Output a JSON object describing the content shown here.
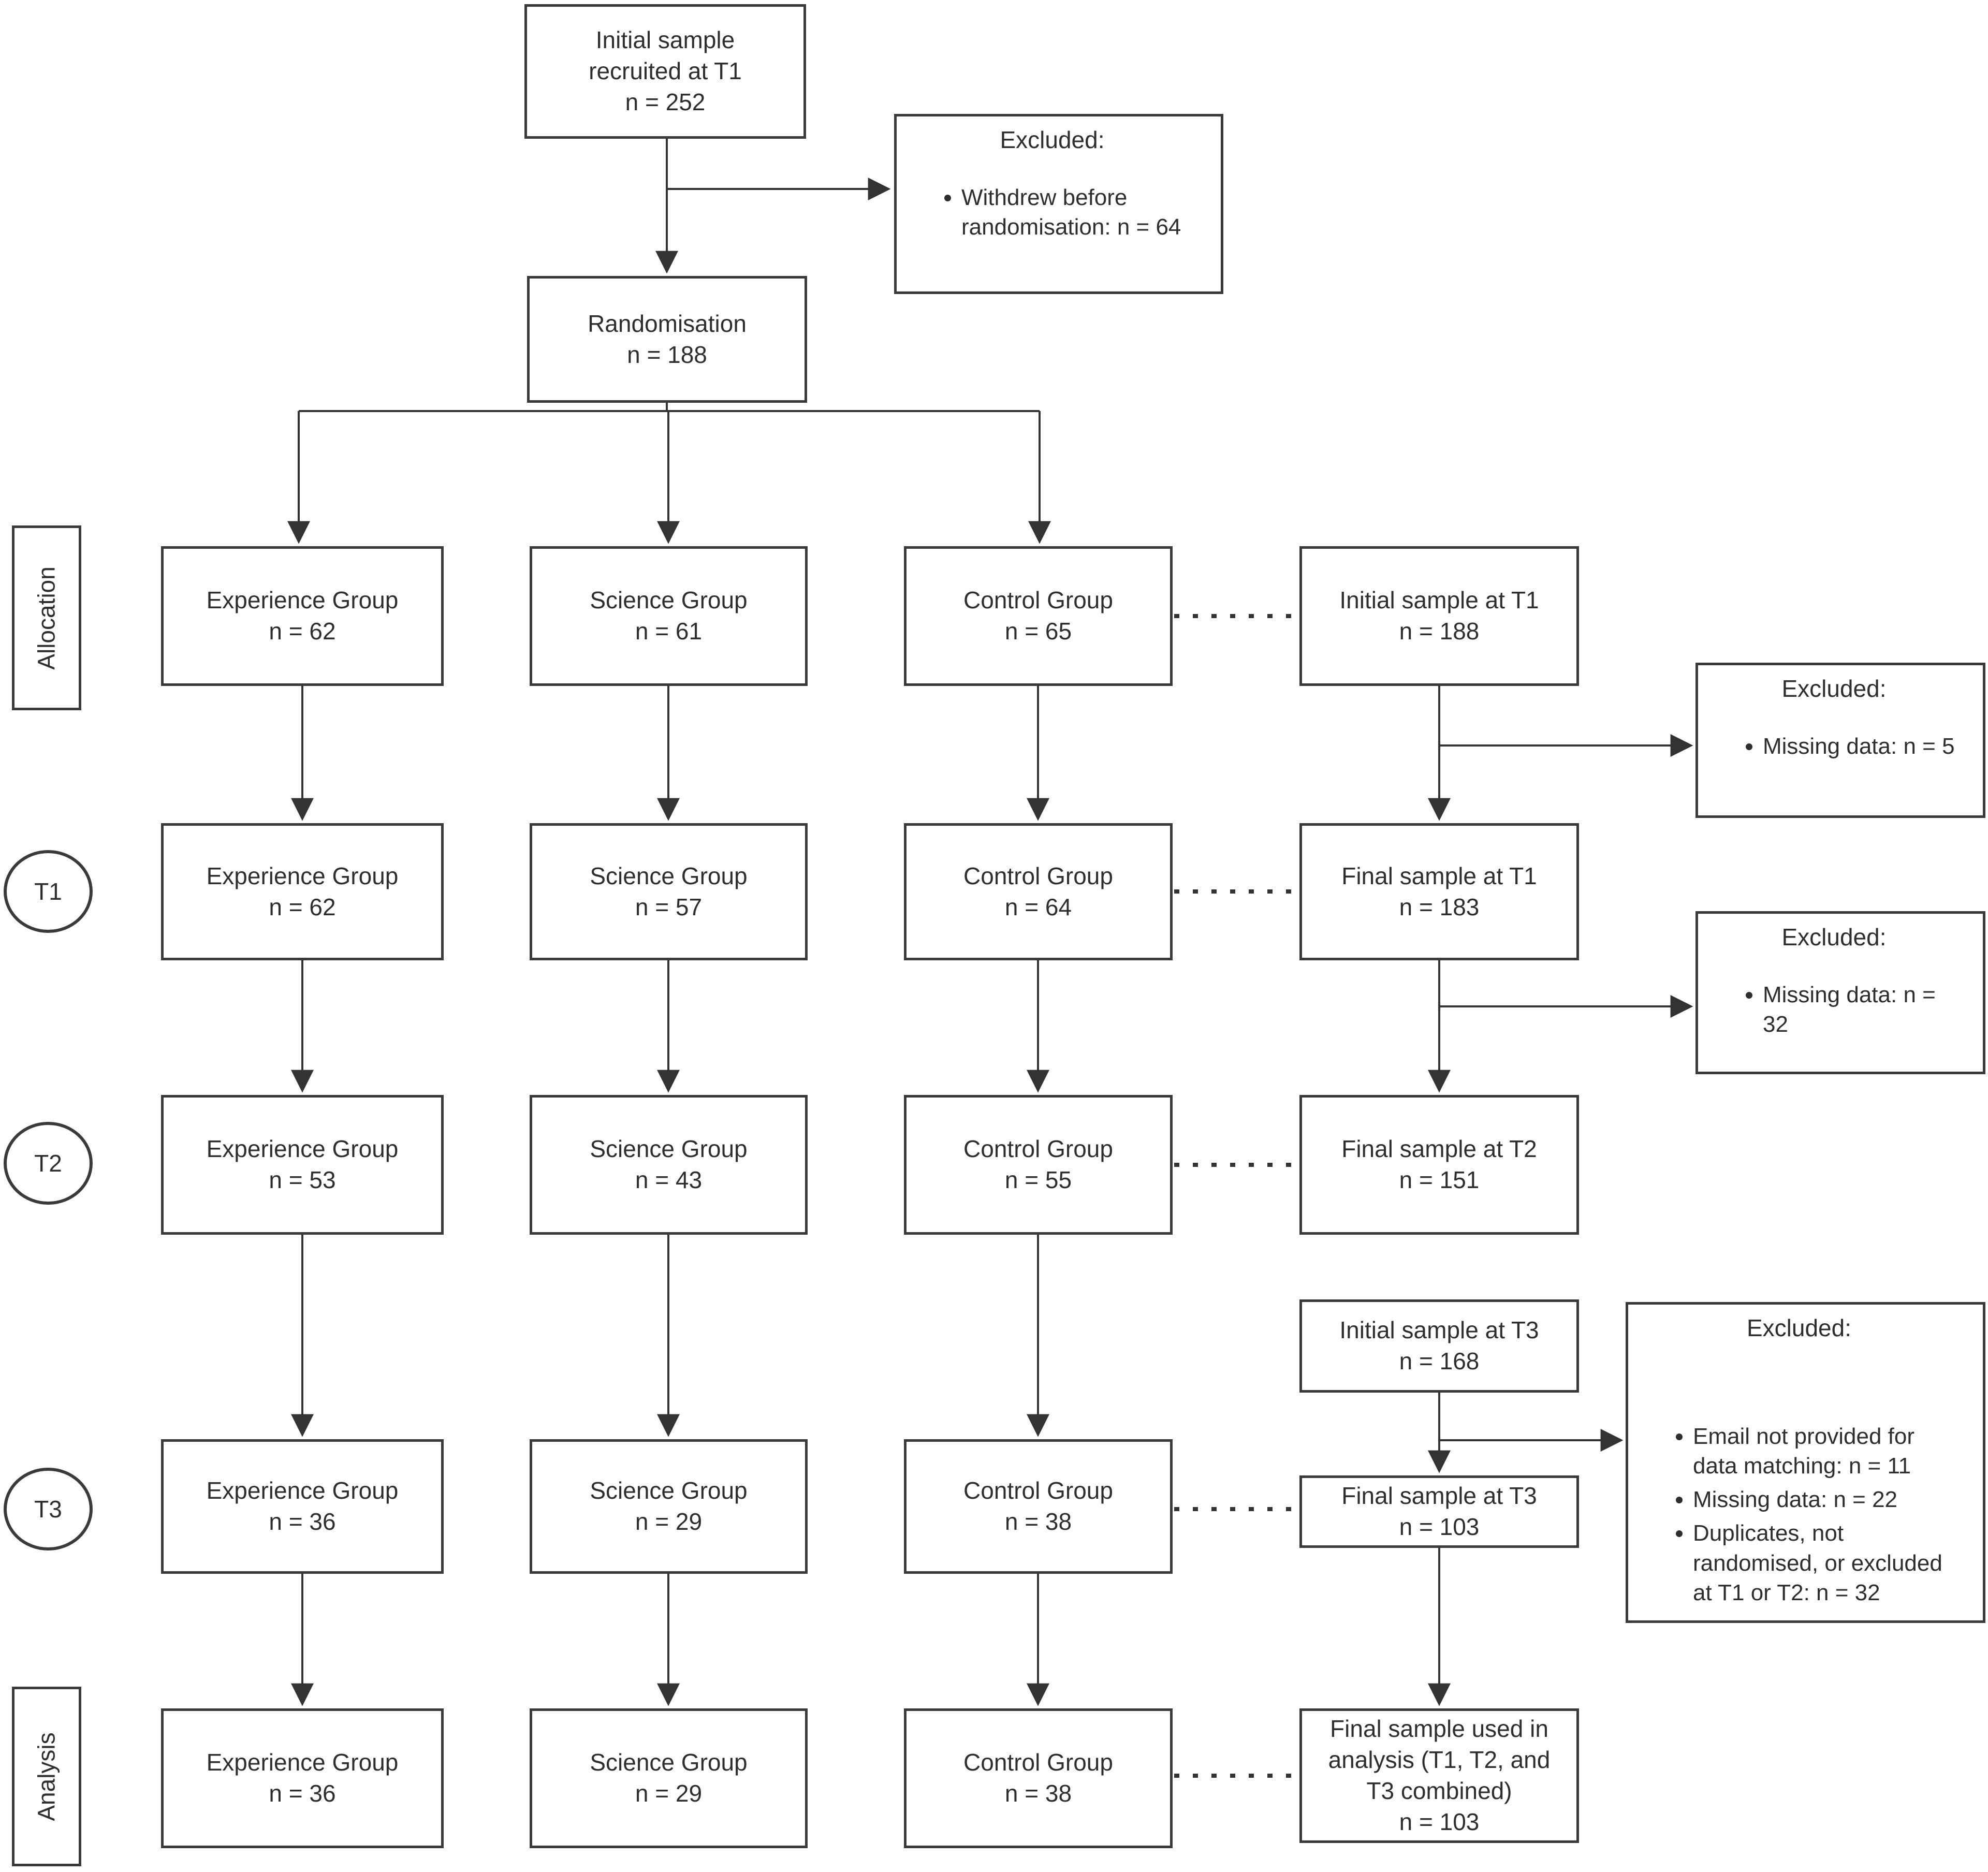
{
  "stage_labels": {
    "allocation": "Allocation",
    "t1": "T1",
    "t2": "T2",
    "t3": "T3",
    "analysis": "Analysis"
  },
  "nodes": {
    "initial_recruited": "Initial sample\nrecruited at T1\nn = 252",
    "randomisation": "Randomisation\nn = 188",
    "alloc_experience": "Experience Group\nn = 62",
    "alloc_science": "Science Group\nn = 61",
    "alloc_control": "Control Group\nn = 65",
    "alloc_sample": "Initial sample at T1\nn = 188",
    "t1_experience": "Experience Group\nn = 62",
    "t1_science": "Science Group\nn = 57",
    "t1_control": "Control Group\nn = 64",
    "t1_sample": "Final sample at T1\nn = 183",
    "t2_experience": "Experience Group\nn = 53",
    "t2_science": "Science Group\nn = 43",
    "t2_control": "Control Group\nn = 55",
    "t2_sample": "Final sample at T2\nn = 151",
    "t3_initial": "Initial sample at T3\nn = 168",
    "t3_experience": "Experience Group\nn = 36",
    "t3_science": "Science Group\nn = 29",
    "t3_control": "Control Group\nn = 38",
    "t3_sample": "Final sample at T3\nn = 103",
    "analysis_experience": "Experience Group\nn = 36",
    "analysis_science": "Science Group\nn = 29",
    "analysis_control": "Control Group\nn = 38",
    "analysis_sample": "Final sample used in\nanalysis (T1, T2, and\nT3 combined)\nn = 103"
  },
  "excluded": {
    "pre_random": {
      "title": "Excluded:",
      "bullets": [
        "Withdrew before randomisation: n = 64"
      ]
    },
    "t1": {
      "title": "Excluded:",
      "bullets": [
        "Missing data: n = 5"
      ]
    },
    "t2": {
      "title": "Excluded:",
      "bullets": [
        "Missing data: n = 32"
      ]
    },
    "t3": {
      "title": "Excluded:",
      "bullets": [
        "Email not provided for data matching: n = 11",
        "Missing data: n = 22",
        "Duplicates, not randomised, or excluded at T1 or T2: n = 32"
      ]
    }
  },
  "colors": {
    "line": "#333333",
    "box_border": "#3a3a3a",
    "background": "#ffffff"
  }
}
